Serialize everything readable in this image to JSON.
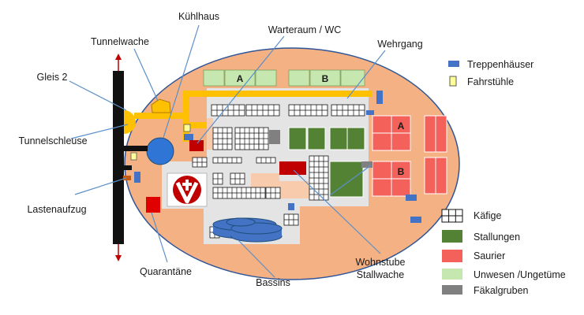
{
  "labels": {
    "kuehlhaus": "Kühlhaus",
    "tunnelwache": "Tunnelwache",
    "warteraum": "Warteraum / WC",
    "wehrgang": "Wehrgang",
    "gleis": "Gleis 2",
    "tunnelschleuse": "Tunnelschleuse",
    "lastenaufzug": "Lastenaufzug",
    "quarantaene": "Quarantäne",
    "bassins": "Bassins",
    "wohnstube_1": "Wohnstube",
    "wohnstube_2": "Stallwache"
  },
  "zones": {
    "stall_a": "A",
    "stall_b": "B",
    "saurier_a": "A",
    "saurier_b": "B"
  },
  "legend": [
    {
      "key": "treppen",
      "label": "Treppenhäuser",
      "color": "#4472c4"
    },
    {
      "key": "fahrstuehle",
      "label": "Fahrstühle",
      "color": "#ffff99"
    },
    {
      "key": "kaefige",
      "label": "Käfige",
      "color": "#ffffff"
    },
    {
      "key": "stallungen",
      "label": "Stallungen",
      "color": "#548235"
    },
    {
      "key": "saurier",
      "label": "Saurier",
      "color": "#f4605a"
    },
    {
      "key": "unwesen",
      "label": "Unwesen /Ungetüme",
      "color": "#c6e8b0"
    },
    {
      "key": "faekal",
      "label": "Fäkalgruben",
      "color": "#808080"
    }
  ],
  "colors": {
    "ellipse": "#f4b183",
    "floor": "#ececec",
    "corridor": "#ffc000",
    "stallungen": "#548235",
    "saurier": "#f4605a",
    "unwesen": "#c6e8b0",
    "stairs": "#4472c4",
    "tank": "#4472c4",
    "quarantaene": "#e00000",
    "stube": "#c00000",
    "leader": "#5b8fc9"
  }
}
